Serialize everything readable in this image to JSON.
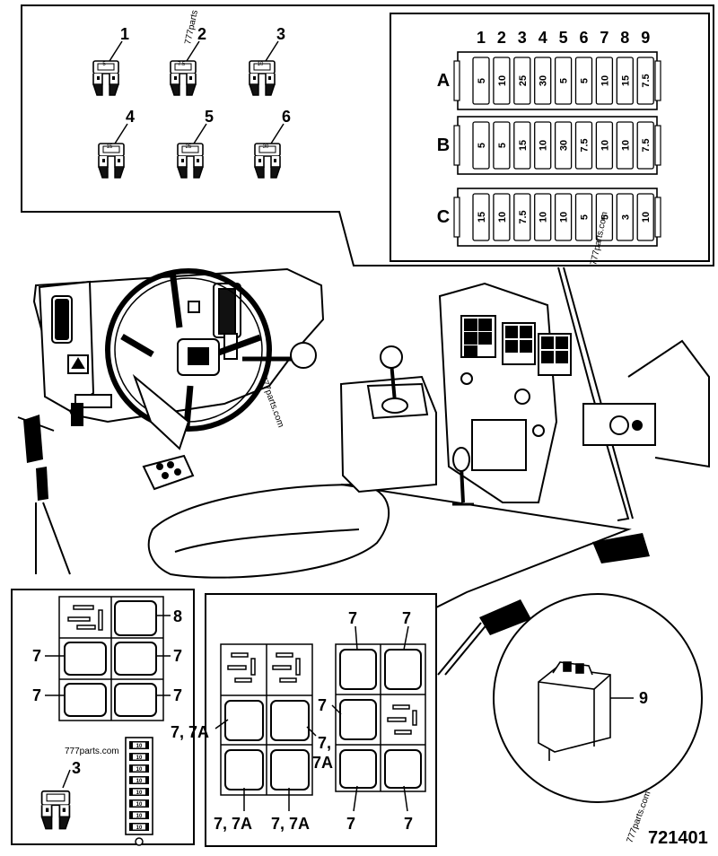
{
  "figure_number": "721401",
  "watermarks": [
    "777parts",
    "777parts.com",
    "777parts.com",
    "777parts.com",
    "777parts.com"
  ],
  "fuse_types": [
    {
      "callout": "1",
      "rating": "5"
    },
    {
      "callout": "2",
      "rating": "7.5"
    },
    {
      "callout": "3",
      "rating": "10"
    },
    {
      "callout": "4",
      "rating": "15"
    },
    {
      "callout": "5",
      "rating": "25"
    },
    {
      "callout": "6",
      "rating": "30"
    }
  ],
  "fuse_box": {
    "columns": [
      "1",
      "2",
      "3",
      "4",
      "5",
      "6",
      "7",
      "8",
      "9"
    ],
    "rows": [
      {
        "label": "A",
        "values": [
          "5",
          "10",
          "25",
          "30",
          "5",
          "5",
          "10",
          "15",
          "7.5"
        ]
      },
      {
        "label": "B",
        "values": [
          "5",
          "5",
          "15",
          "10",
          "30",
          "7.5",
          "10",
          "10",
          "7.5"
        ]
      },
      {
        "label": "C",
        "values": [
          "15",
          "10",
          "7.5",
          "10",
          "10",
          "5",
          "5",
          "3",
          "10"
        ]
      }
    ]
  },
  "left_relay_panel": {
    "callouts": {
      "top_right": "8",
      "mid_left": "7",
      "mid_right": "7",
      "low_left": "7",
      "low_right": "7",
      "fuse": "3"
    },
    "strip_values": [
      "10",
      "10",
      "10",
      "10",
      "10",
      "10",
      "10",
      "10"
    ]
  },
  "centre_relay_panel": {
    "callouts": {
      "top_a": "7",
      "top_b": "7",
      "left_relay": "7",
      "mid_a": "7, 7A",
      "mid_b_line1": "7,",
      "mid_b_line2": "7A",
      "bottom_a": "7, 7A",
      "bottom_b": "7, 7A",
      "bottom_c": "7",
      "bottom_d": "7"
    }
  },
  "relay_detail": {
    "callout": "9"
  }
}
